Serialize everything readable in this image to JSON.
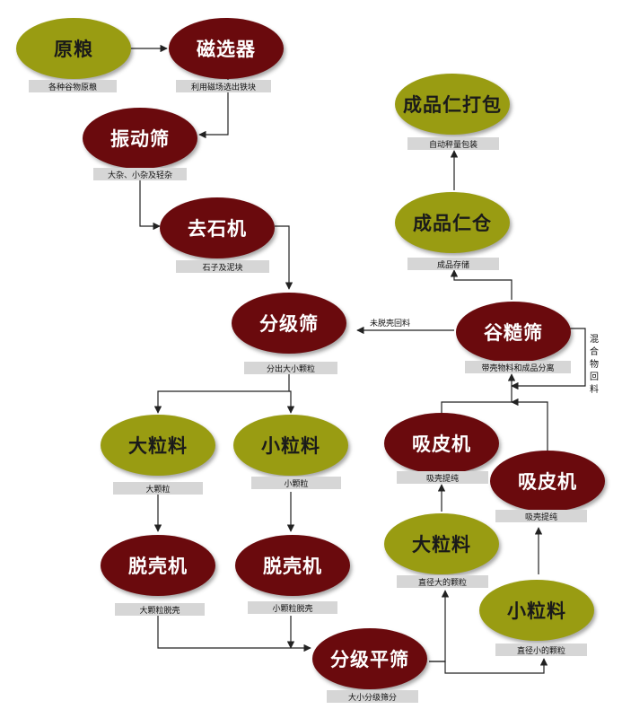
{
  "nodes": {
    "raw_grain": "原粮",
    "magnetic_separator": "磁选器",
    "vibrating_screen": "振动筛",
    "destoner": "去石机",
    "grading_screen": "分级筛",
    "large_grain_1": "大粒料",
    "small_grain_1": "小粒料",
    "huller_1": "脱壳机",
    "huller_2": "脱壳机",
    "grading_flat_screen": "分级平筛",
    "large_grain_2": "大粒料",
    "small_grain_2": "小粒料",
    "aspirator_1": "吸皮机",
    "aspirator_2": "吸皮机",
    "paddy_separator": "谷糙筛",
    "kernel_bin": "成品仁仓",
    "kernel_packing": "成品仁打包"
  },
  "labels": {
    "raw_grain": "各种谷物原粮",
    "magnetic_separator": "利用磁场选出铁块",
    "vibrating_screen": "大杂、小杂及轻杂",
    "destoner": "石子及泥块",
    "grading_screen": "分出大小颗粒",
    "large_grain_1": "大颗粒",
    "small_grain_1": "小颗粒",
    "huller_1": "大颗粒脱壳",
    "huller_2": "小颗粒脱壳",
    "grading_flat_screen": "大小分级筛分",
    "large_grain_2": "直径大的颗粒",
    "small_grain_2": "直径小的颗粒",
    "aspirator_1": "吸壳提纯",
    "aspirator_2": "吸壳提纯",
    "paddy_separator": "带壳物料和成品分离",
    "kernel_bin": "成品存储",
    "kernel_packing": "自动秤量包装"
  },
  "edge_labels": {
    "unhulled_return": "未脱壳回料",
    "mixed_return": "混合物回料"
  },
  "colors": {
    "olive": "#999c12",
    "maroon": "#6a0a0d",
    "label_bg": "#d6d6d6",
    "line": "#222222"
  }
}
